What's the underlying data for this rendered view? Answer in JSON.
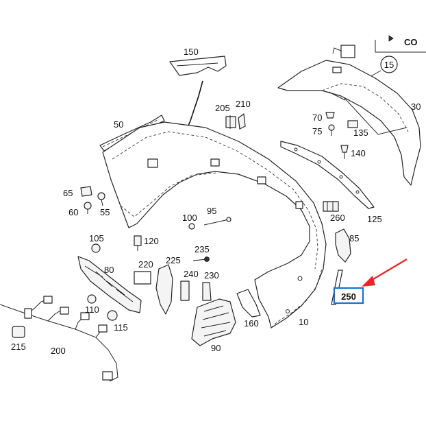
{
  "callouts": [
    "150",
    "50",
    "205",
    "210",
    "70",
    "75",
    "135",
    "30",
    "140",
    "65",
    "60",
    "55",
    "100",
    "95",
    "260",
    "125",
    "85",
    "105",
    "120",
    "235",
    "80",
    "220",
    "225",
    "240",
    "230",
    "250",
    "110",
    "115",
    "160",
    "10",
    "215",
    "200",
    "90"
  ],
  "corner_label": "CO",
  "circled_label": "15",
  "highlight": {
    "label": "250",
    "box_color": "#1a6fd6",
    "arrow_color": "#e8262a"
  }
}
